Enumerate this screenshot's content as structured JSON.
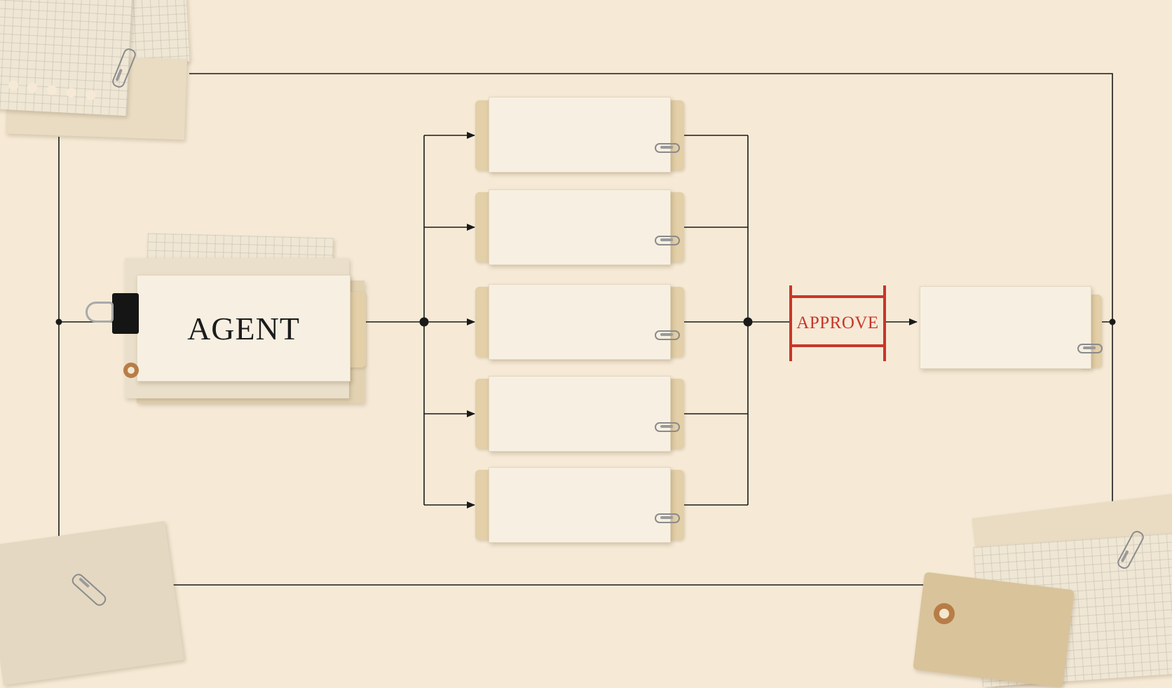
{
  "diagram": {
    "agent_label": "AGENT",
    "approve_label": "APPROVE",
    "parallel_card_count": 5,
    "colors": {
      "background": "#f6ead6",
      "line": "#1a1a1a",
      "approve": "#c8362a",
      "card": "#f7f0e2",
      "tab": "#e3cfa8"
    },
    "icons": [
      "paperclip-icon",
      "binder-clip-icon",
      "tag-grommet-icon"
    ]
  }
}
